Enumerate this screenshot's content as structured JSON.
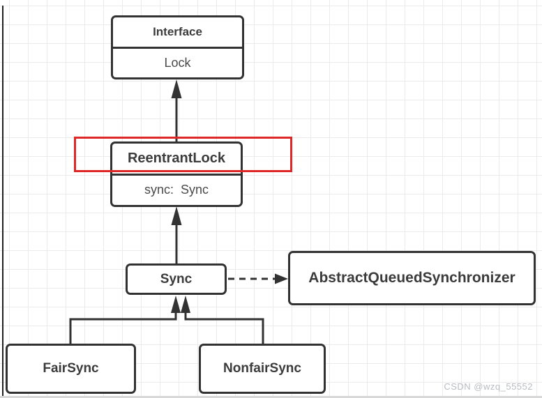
{
  "diagram": {
    "interface_box": {
      "title": "Interface",
      "member": "Lock"
    },
    "reentrantlock_box": {
      "title": "ReentrantLock",
      "member": "sync:  Sync"
    },
    "sync_box": {
      "title": "Sync"
    },
    "aqs_box": {
      "title": "AbstractQueuedSynchronizer"
    },
    "fairsync_box": {
      "title": "FairSync"
    },
    "nonfairsync_box": {
      "title": "NonfairSync"
    },
    "edges": [
      {
        "from": "ReentrantLock",
        "to": "Lock",
        "style": "solid",
        "arrowhead": "filled-triangle",
        "meaning": "implements"
      },
      {
        "from": "Sync",
        "to": "ReentrantLock",
        "style": "solid",
        "arrowhead": "filled-triangle",
        "meaning": "inner-of"
      },
      {
        "from": "Sync",
        "to": "AbstractQueuedSynchronizer",
        "style": "dashed",
        "arrowhead": "filled-triangle",
        "meaning": "extends"
      },
      {
        "from": "FairSync",
        "to": "Sync",
        "style": "solid",
        "arrowhead": "filled-triangle",
        "meaning": "extends"
      },
      {
        "from": "NonfairSync",
        "to": "Sync",
        "style": "solid",
        "arrowhead": "filled-triangle",
        "meaning": "extends"
      }
    ],
    "colors": {
      "box_border": "#323232",
      "connector": "#323232",
      "highlight_red": "#de2727",
      "grid": "#ebebeb",
      "watermark_gray": "#b8bcc2"
    }
  },
  "watermark": {
    "text": "CSDN @wzq_55552"
  }
}
